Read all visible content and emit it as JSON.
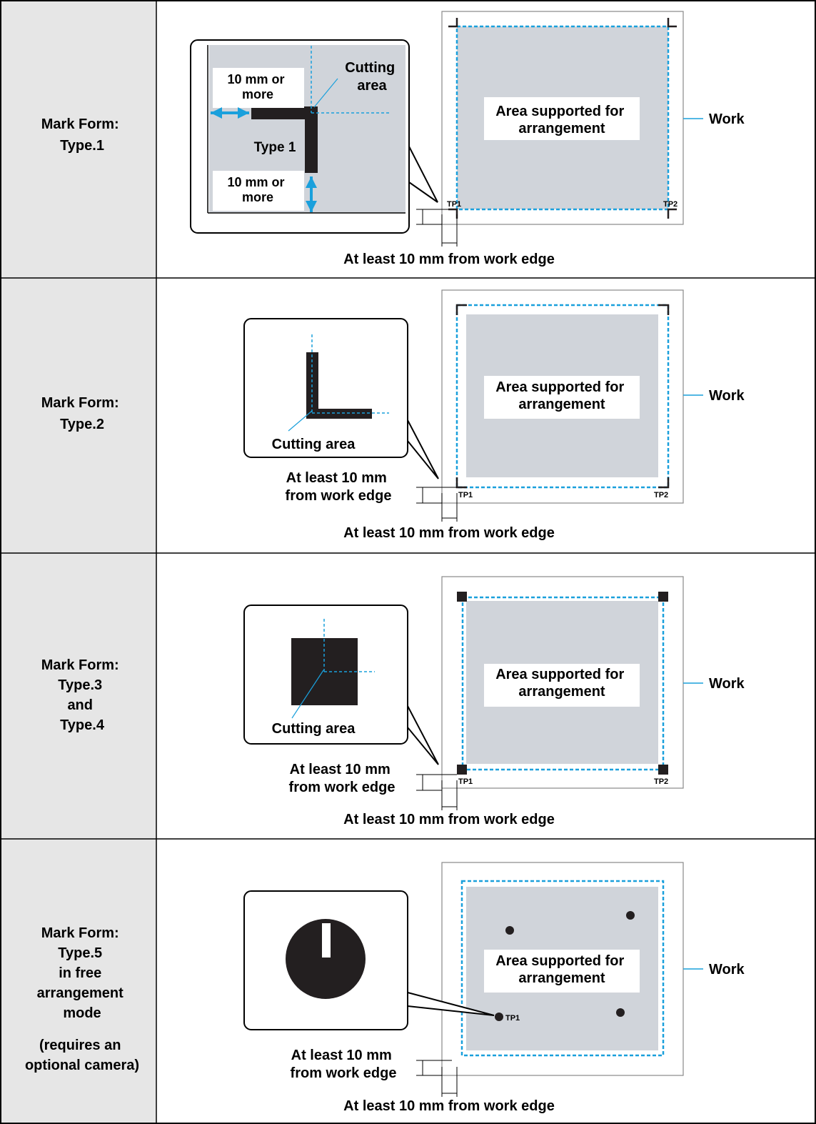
{
  "rows": [
    {
      "label_lines": [
        "Mark Form:",
        "Type.1"
      ],
      "work_label": "Work",
      "area_label_lines": [
        "Area supported for",
        "arrangement"
      ],
      "tp1": "TP1",
      "tp2": "TP2",
      "bottom_note": "At least 10 mm from work edge",
      "callout": {
        "mark_label": "Type 1",
        "margin_top_lines": [
          "10 mm or",
          "more"
        ],
        "margin_bottom_lines": [
          "10 mm or",
          "more"
        ],
        "cutting_area_lines": [
          "Cutting",
          "area"
        ]
      }
    },
    {
      "label_lines": [
        "Mark Form:",
        "Type.2"
      ],
      "work_label": "Work",
      "area_label_lines": [
        "Area supported for",
        "arrangement"
      ],
      "tp1": "TP1",
      "tp2": "TP2",
      "side_note_lines": [
        "At least 10 mm",
        "from work edge"
      ],
      "bottom_note": "At least 10 mm from work edge",
      "callout": {
        "cutting_area": "Cutting area"
      }
    },
    {
      "label_lines": [
        "Mark Form:",
        "Type.3",
        "and",
        "Type.4"
      ],
      "work_label": "Work",
      "area_label_lines": [
        "Area supported for",
        "arrangement"
      ],
      "tp1": "TP1",
      "tp2": "TP2",
      "side_note_lines": [
        "At least 10 mm",
        "from work edge"
      ],
      "bottom_note": "At least 10 mm from work edge",
      "callout": {
        "cutting_area": "Cutting area"
      }
    },
    {
      "label_lines": [
        "Mark Form:",
        "Type.5",
        "in free",
        "arrangement",
        "mode"
      ],
      "label_note_lines": [
        "(requires an",
        "optional camera)"
      ],
      "work_label": "Work",
      "area_label_lines": [
        "Area supported for",
        "arrangement"
      ],
      "tp1": "TP1",
      "side_note_lines": [
        "At least 10 mm",
        "from work edge"
      ],
      "bottom_note": "At least 10 mm from work edge"
    }
  ],
  "colors": {
    "label_bg": "#e6e6e6",
    "area_fill": "#d0d4da",
    "cut_line": "#1aa0dc",
    "mark": "#231f20"
  }
}
